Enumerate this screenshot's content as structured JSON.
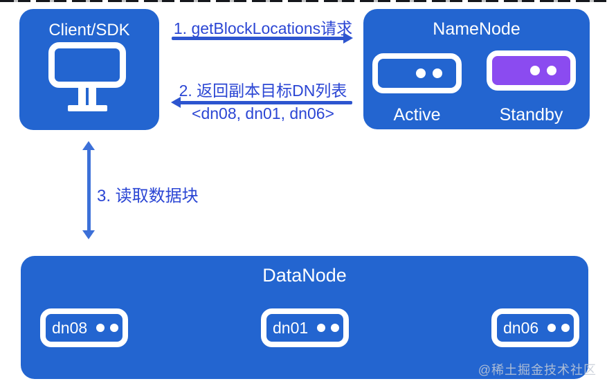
{
  "colors": {
    "box_blue": "#2365d0",
    "standby_purple": "#8b4bf0",
    "text_blue": "#2b46d4",
    "arrow_blue": "#2d55cf",
    "v_arrow_blue": "#3c70d8",
    "watermark": "rgba(196,203,214,0.85)"
  },
  "client": {
    "title": "Client/SDK"
  },
  "namenode": {
    "title": "NameNode",
    "active_label": "Active",
    "standby_label": "Standby"
  },
  "datanode": {
    "title": "DataNode",
    "nodes": [
      {
        "label": "dn08"
      },
      {
        "label": "dn01"
      },
      {
        "label": "dn06"
      }
    ]
  },
  "arrows": {
    "step1": "1. getBlockLocations请求",
    "step2_line1": "2. 返回副本目标DN列表",
    "step2_line2": "<dn08, dn01, dn06>",
    "step3": "3. 读取数据块"
  },
  "watermark": "@稀土掘金技术社区"
}
